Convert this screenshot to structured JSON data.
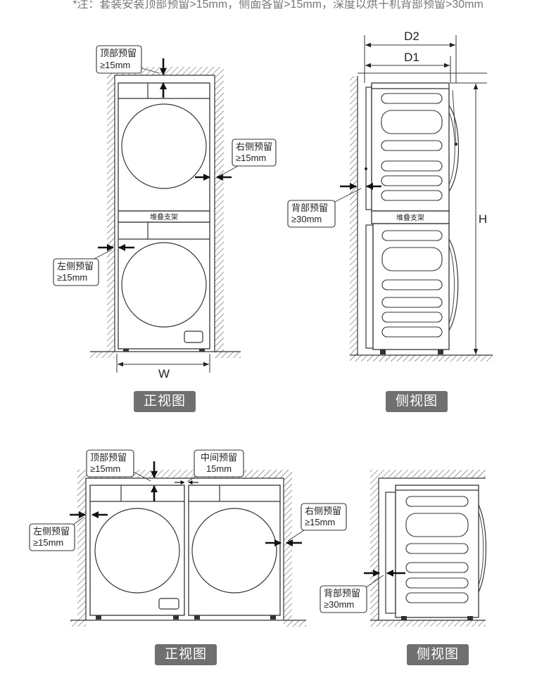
{
  "note": "*注：套装安装顶部预留>15mm，侧面各留>15mm，深度以烘干机背部预留>30mm",
  "stacked_front": {
    "top_clearance": {
      "title": "顶部预留",
      "value": "≥15mm"
    },
    "right_clearance": {
      "title": "右侧预留",
      "value": "≥15mm"
    },
    "left_clearance": {
      "title": "左侧预留",
      "value": "≥15mm"
    },
    "bracket_label": "堆叠支架",
    "width_label": "W",
    "view_label": "正视图"
  },
  "stacked_side": {
    "depth_outer_label": "D2",
    "depth_inner_label": "D1",
    "height_label": "H",
    "back_clearance": {
      "title": "背部预留",
      "value": "≥30mm"
    },
    "bracket_label": "堆叠支架",
    "view_label": "侧视图"
  },
  "parallel_front": {
    "top_clearance": {
      "title": "顶部预留",
      "value": "≥15mm"
    },
    "middle_clearance": {
      "title": "中间预留",
      "value": "15mm"
    },
    "left_clearance": {
      "title": "左侧预留",
      "value": "≥15mm"
    },
    "right_clearance": {
      "title": "右侧预留",
      "value": "≥15mm"
    },
    "view_label": "正视图"
  },
  "parallel_side": {
    "back_clearance": {
      "title": "背部预留",
      "value": "≥30mm"
    },
    "view_label": "侧视图"
  },
  "colors": {
    "line": "#333333",
    "badge_background": "#707070",
    "badge_text": "#ffffff",
    "note_text": "#777777"
  }
}
